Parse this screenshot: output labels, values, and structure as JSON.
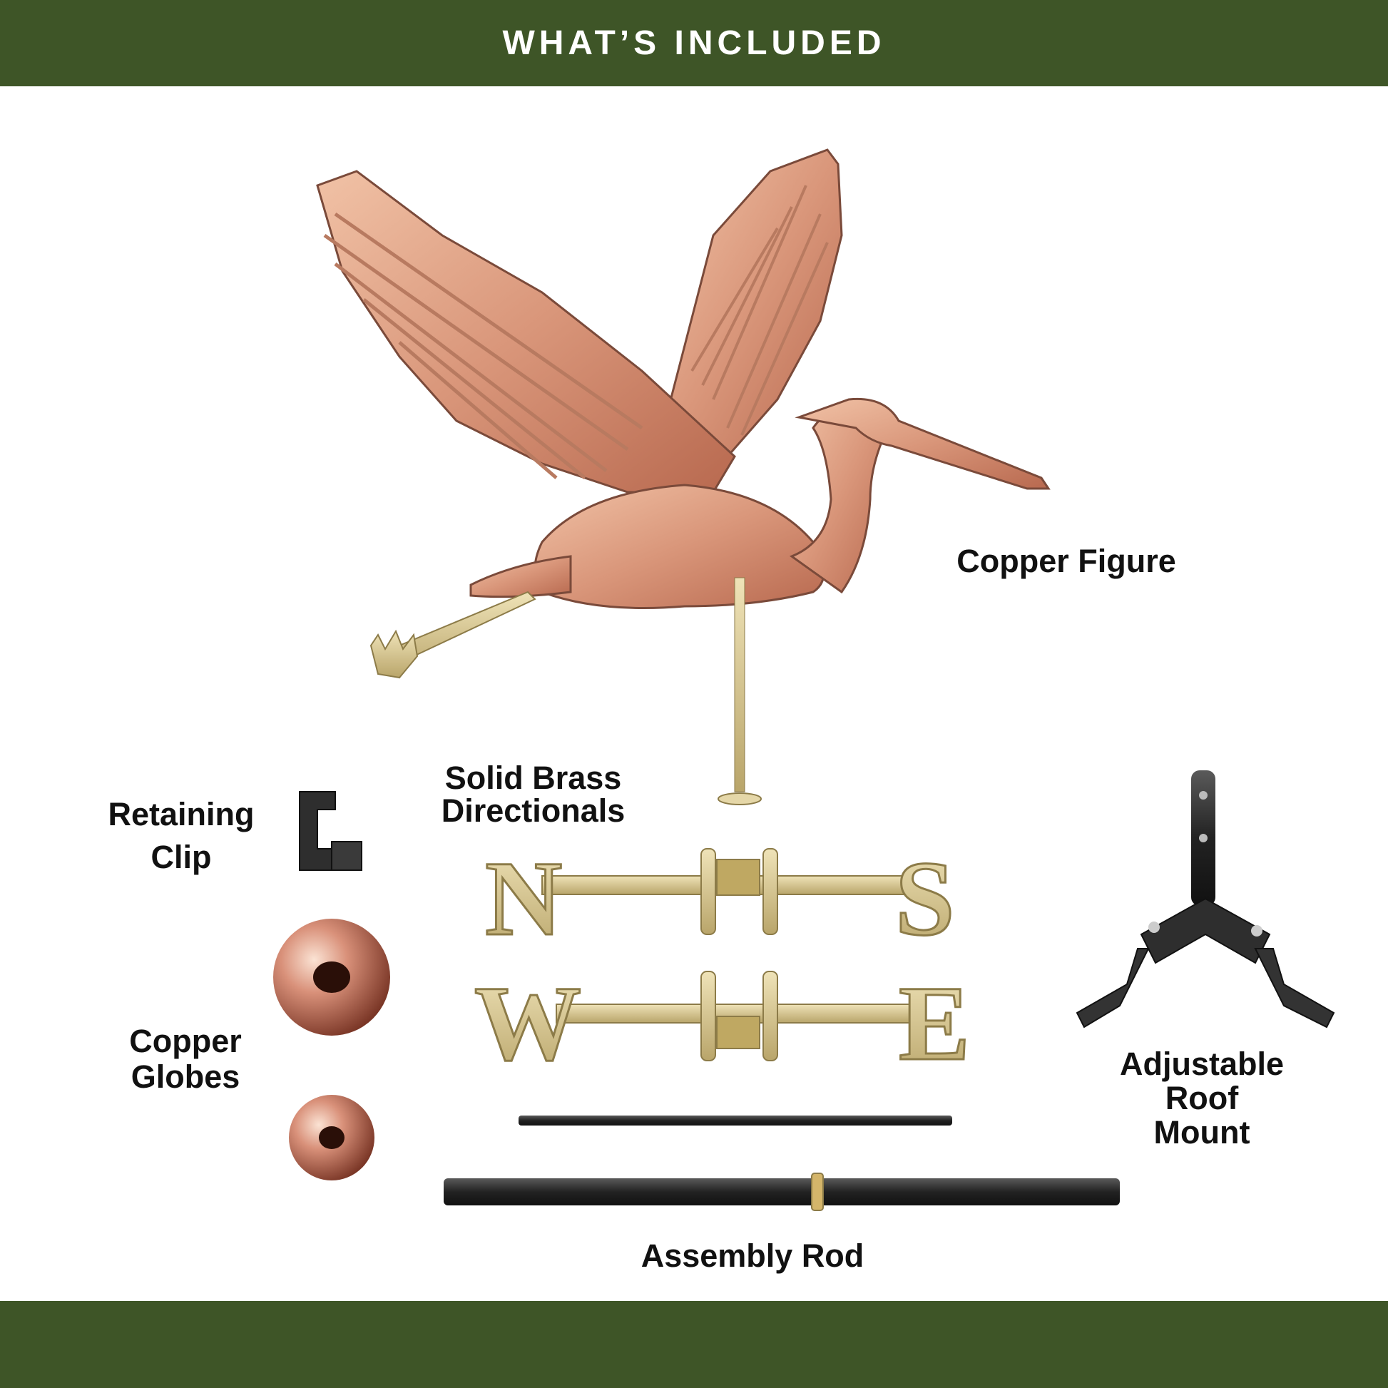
{
  "header": {
    "title": "WHAT’S INCLUDED"
  },
  "labels": {
    "copper_figure": "Copper Figure",
    "solid_brass_line1": "Solid Brass",
    "solid_brass_line2": "Directionals",
    "retaining_line1": "Retaining",
    "retaining_line2": "Clip",
    "globes_line1": "Copper",
    "globes_line2": "Globes",
    "roof_line1": "Adjustable",
    "roof_line2": "Roof",
    "roof_line3": "Mount",
    "assembly_rod": "Assembly Rod"
  },
  "directionals": {
    "n": "N",
    "s": "S",
    "w": "W",
    "e": "E"
  },
  "colors": {
    "band": "#3e5527",
    "copper": "#d9967a",
    "brass": "#d6c48d",
    "black": "#2b2b2b"
  }
}
